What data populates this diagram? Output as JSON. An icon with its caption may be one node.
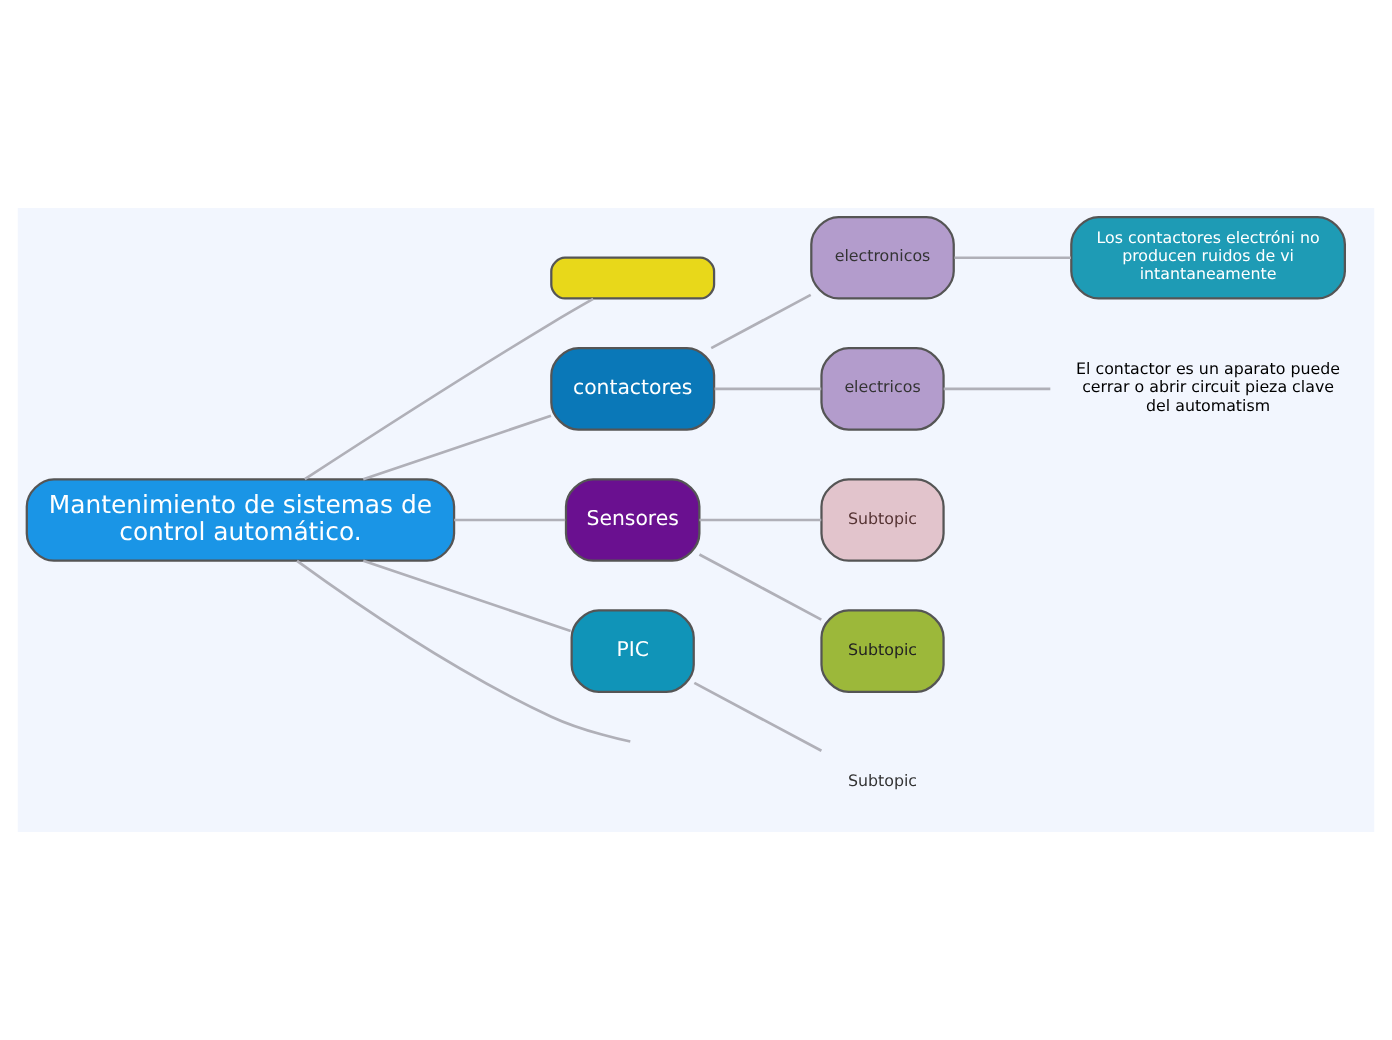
{
  "diagram": {
    "nodes": [
      {
        "text": [
          "Mantenimiento de sistemas de control automático."
        ]
      },
      {
        "text": [],
        "shape": "box"
      },
      {
        "text": [
          "contactores"
        ]
      },
      {
        "text": [
          "electronicos"
        ]
      },
      {
        "text": [
          "Los contactores electróni no producen ruidos de vi intantaneamente"
        ]
      },
      {
        "text": [
          "electricos"
        ]
      },
      {
        "text": [
          "El contactor es un aparato puede cerrar o abrir circuit pieza clave del automatism"
        ]
      },
      {
        "text": [
          "Sensores"
        ]
      },
      {
        "text": [
          "Subtopic"
        ]
      },
      {
        "text": [
          "Subtopic"
        ]
      },
      {
        "text": [
          "PIC"
        ]
      },
      {
        "text": [
          "Subtopic"
        ]
      }
    ],
    "edges": [
      {
        "from": 0,
        "to": 1,
        "arrow": "none"
      },
      {
        "from": 0,
        "to": 2,
        "arrow": "none"
      },
      {
        "from": 2,
        "to": 3,
        "arrow": "none"
      },
      {
        "from": 3,
        "to": 4,
        "arrow": "none"
      },
      {
        "from": 2,
        "to": 5,
        "arrow": "none"
      },
      {
        "from": 5,
        "to": 6,
        "arrow": "none"
      },
      {
        "from": 0,
        "to": 7,
        "arrow": "none"
      },
      {
        "from": 7,
        "to": 8,
        "arrow": "none"
      },
      {
        "from": 7,
        "to": 9,
        "arrow": "none"
      },
      {
        "from": 0,
        "to": 10,
        "arrow": "none"
      },
      {
        "from": 10,
        "to": 11,
        "arrow": "none"
      },
      {
        "from": 0,
        "to": null,
        "arrow": "none"
      }
    ]
  }
}
